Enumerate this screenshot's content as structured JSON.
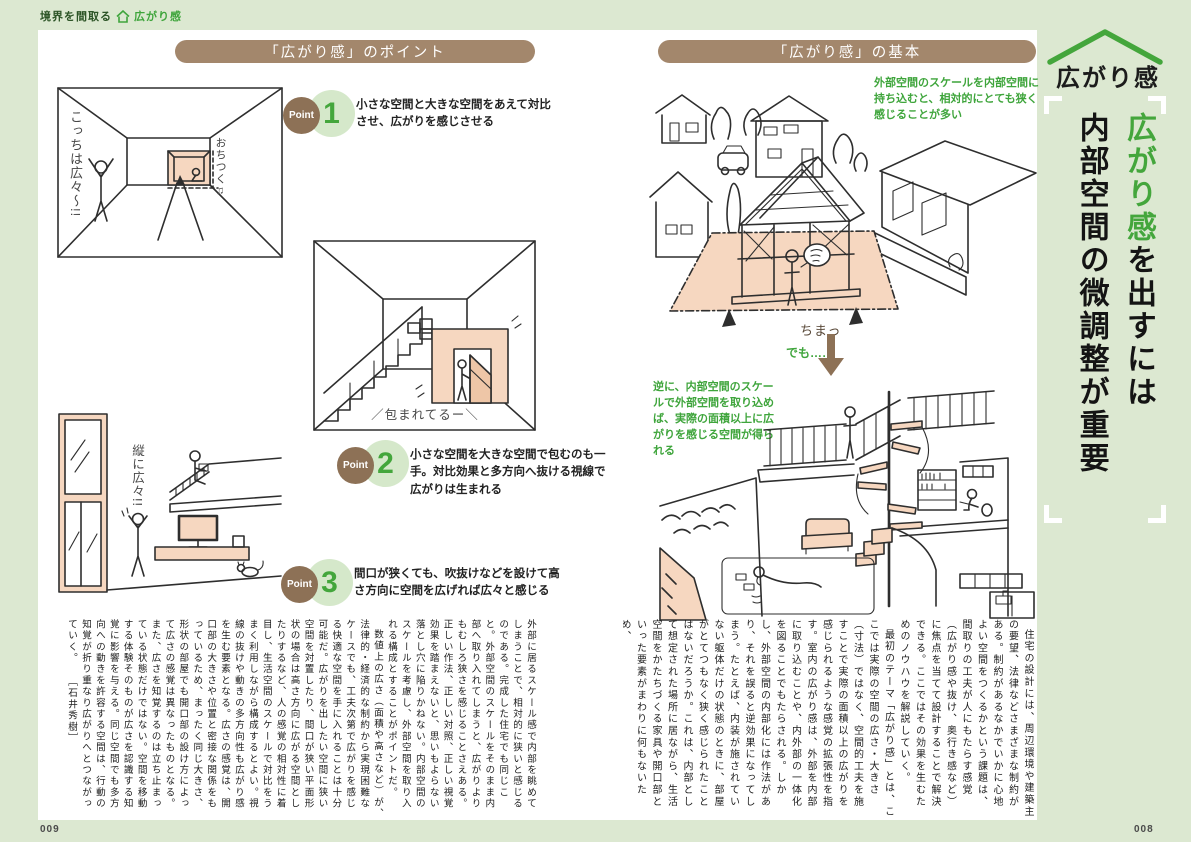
{
  "colors": {
    "background": "#dce8d1",
    "paper": "#ffffff",
    "banner_brown": "#a3876c",
    "accent_green": "#3fa53c",
    "peach": "#f6d7c0",
    "point_brown": "#8d7156",
    "point_circle_green": "#d5e8ca"
  },
  "header": {
    "section": "境界を間取る",
    "topic": "広がり感",
    "icon": "house-icon"
  },
  "left_page": {
    "banner": "「広がり感」のポイント",
    "points": [
      {
        "badge": "Point",
        "number": "1",
        "text": "小さな空間と大きな空間をあえて対比させ、広がりを感じさせる"
      },
      {
        "badge": "Point",
        "number": "2",
        "text": "小さな空間を大きな空間で包むのも一手。対比効果と多方向へ抜ける視線で広がりは生まれる"
      },
      {
        "badge": "Point",
        "number": "3",
        "text": "間口が狭くても、吹抜けなどを設けて高さ方向に空間を広げれば広々と感じる"
      }
    ],
    "ill1": {
      "label_left": "こっちは広々〜!!",
      "label_right": "おちつく♫"
    },
    "ill2": {
      "label": "／包まれてるー＼"
    },
    "ill3": {
      "label": "縦に広々!!"
    },
    "body": [
      "外部に居るスケール感で内部を眺めてしまうことで、相対的に狭いと感じるのである。完成した住宅でも同じこと。外部空間のスケールをそのまま内部へ取り入れてしまうと、広がりよりもむしろ狭さを感じることさえある。正しい作法、正しい対照、正しい視覚効果を踏まえないと、思いもよらない落とし穴に陥りかねない。内部空間のスケールを考慮し、外部空間を取り入れる構成とすることがポイントだ。",
      "数値上の広さ（面積や高さなど）が、法律的・経済的な制約から実現困難なケースでも、工夫次第で広がりを感じる快適な空間を手に入れることは十分可能だ。広がりを出したい空間に狭い空間を対置したり、間口が狭い平面形状の場合は高さ方向に広がる空間としたりするなど、人の感覚の相対性に着目し、生活空間のスケールで対比をうまく利用しながら構成するとよい。視線の抜けや動きの多方向性も広がり感を生む要素となる。広さの感覚は、開口部の大きさや位置と密接な関係をもっているため、まったく同じ大きさ、形状の部屋でも開口部の設け方によって広さの感覚は異なったものとなる。また、広さを知覚するのは立ち止まっている状態だけではない。空間を移動する体験そのものが広さを認識する知覚に影響を与える。同じ空間でも多方向への動きを許容する空間は、行動の知覚が折り重なり広がりへとつながっていく。　　［石井秀樹］"
    ],
    "page_number": "009"
  },
  "right_page": {
    "banner": "「広がり感」の基本",
    "caption_top": "外部空間のスケールを内部空間に持ち込むと、相対的にとても狭く感じることが多い",
    "label_chima": "ちまっ",
    "demo_label": "でも……",
    "caption_bottom": "逆に、内部空間のスケールで外部空間を取り込めば、実際の面積以上に広がりを感じる空間が得られる",
    "body": [
      "住宅の設計には、周辺環境や建築主の要望、法律などさまざまな制約がある。制約があるなかでいかに心地よい空間をつくるかという課題は、間取りの工夫が人にもたらす感覚（広がり感や抜け、奥行き感など）に焦点を当てて設計することで解決できる。ここではその効果を生むためのノウハウを解説していく。",
      "最初のテーマ「広がり感」とは、ここでは実際の空間の広さ・大きさ（寸法）ではなく、空間的工夫を施すことで実際の面積以上の広がりを感じられるような感覚の拡張性を指す。室内の広がり感は、外部を内部に取り込むことや、内外部の一体化を図ることでもたらされる。しかし、外部空間の内部化には作法があり、それを誤ると逆効果になってしまう。たとえば、内装が施されていない躯体だけの状態のときに、部屋がとてつもなく狭く感じられたことはないだろうか。これは、内部として想定された場所に居ながら、生活空間をかたちづくる家具や開口部といった要素がまわりに何もないため、"
    ],
    "page_number": "008"
  },
  "sidebar": {
    "roof_icon": "roof-icon",
    "tab_title": "広がり感",
    "headline_accent": "広がり感",
    "headline_suffix": "を出すには",
    "headline_line2": "内部空間の微調整が重要"
  }
}
